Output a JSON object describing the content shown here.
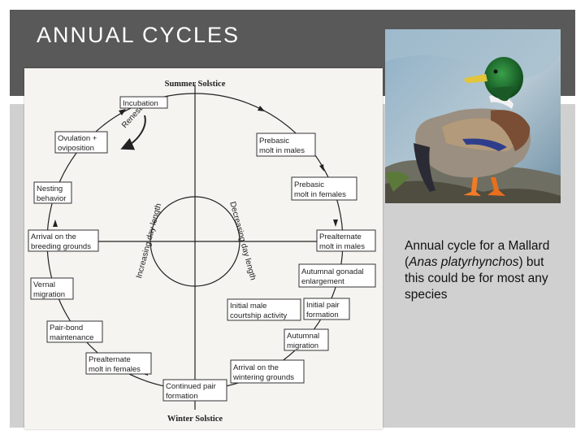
{
  "slide": {
    "title": "ANNUAL CYCLES"
  },
  "diagram": {
    "top_label": "Summer Solstice",
    "bottom_label": "Winter Solstice",
    "increasing": "Increasing day length",
    "decreasing": "Decreasing day length",
    "renesting": "Renesting",
    "stages": {
      "incubation": [
        "Incubation"
      ],
      "prebasic_males": [
        "Prebasic",
        "molt in males"
      ],
      "prebasic_females": [
        "Prebasic",
        "molt in females"
      ],
      "prealternate_males": [
        "Prealternate",
        "molt in males"
      ],
      "autumnal_gonadal": [
        "Autumnal gonadal",
        "enlargement"
      ],
      "initial_pair": [
        "Initial pair",
        "formation"
      ],
      "initial_courtship": [
        "Initial male",
        "courtship activity"
      ],
      "autumnal_migration": [
        "Autumnal",
        "migration"
      ],
      "arrival_wintering": [
        "Arrival on the",
        "wintering grounds"
      ],
      "continued_pair": [
        "Continued pair",
        "formation"
      ],
      "prealternate_females": [
        "Prealternate",
        "molt in females"
      ],
      "pair_bond": [
        "Pair-bond",
        "maintenance"
      ],
      "vernal_migration": [
        "Vernal",
        "migration"
      ],
      "arrival_breeding": [
        "Arrival on the",
        "breeding grounds"
      ],
      "nesting": [
        "Nesting",
        "behavior"
      ],
      "ovulation": [
        "Ovulation +",
        "oviposition"
      ]
    }
  },
  "caption": {
    "before": "Annual cycle for a Mallard (",
    "italic": "Anas platyrhynchos",
    "after": ") but this could be for most any species"
  },
  "colors": {
    "header": "#595959",
    "panel": "#d0d0d0",
    "duck_head": "#1e6b2a"
  }
}
